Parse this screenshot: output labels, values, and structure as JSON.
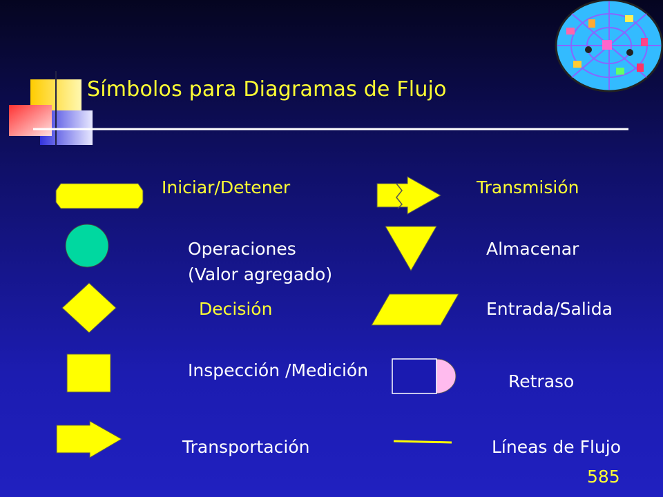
{
  "slide": {
    "title": "Símbolos para Diagramas de Flujo",
    "page_number": "585"
  },
  "symbols": {
    "start_stop": "Iniciar/Detener",
    "operations_line1": "Operaciones",
    "operations_line2": "(Valor agregado)",
    "decision": "Decisión",
    "inspection": "Inspección /Medición",
    "transport": "Transportación",
    "transmission": "Transmisión",
    "storage": "Almacenar",
    "input_output": "Entrada/Salida",
    "delay": "Retraso",
    "flow_lines": "Líneas de Flujo"
  },
  "colors": {
    "symbol_fill": "#ffff00",
    "operation_fill": "#00d8a0",
    "delay_fill": "#ffbbee",
    "label_yellow": "#ffff33",
    "label_white": "#ffffff"
  }
}
